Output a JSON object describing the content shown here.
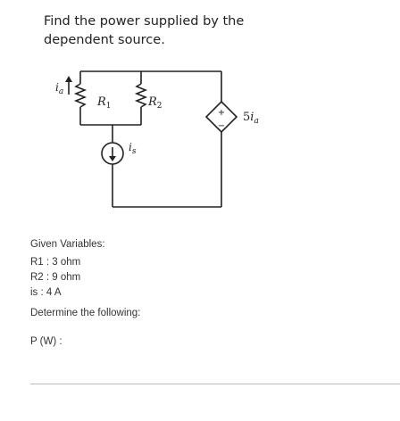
{
  "question": {
    "line1": "Find the power supplied by the",
    "line2": "dependent source."
  },
  "circuit": {
    "labels": {
      "ia_main": "i",
      "ia_sub": "a",
      "r1_main": "R",
      "r1_sub": "1",
      "r2_main": "R",
      "r2_sub": "2",
      "is_main": "i",
      "is_sub": "s",
      "dep_coef": "5",
      "dep_var": "i",
      "dep_sub": "a",
      "plus": "+",
      "minus": "−"
    }
  },
  "given": {
    "heading": "Given Variables:",
    "items": [
      "R1 : 3 ohm",
      "R2 : 9 ohm",
      "is : 4 A"
    ]
  },
  "determine": "Determine the following:",
  "answer_label": "P (W) :"
}
